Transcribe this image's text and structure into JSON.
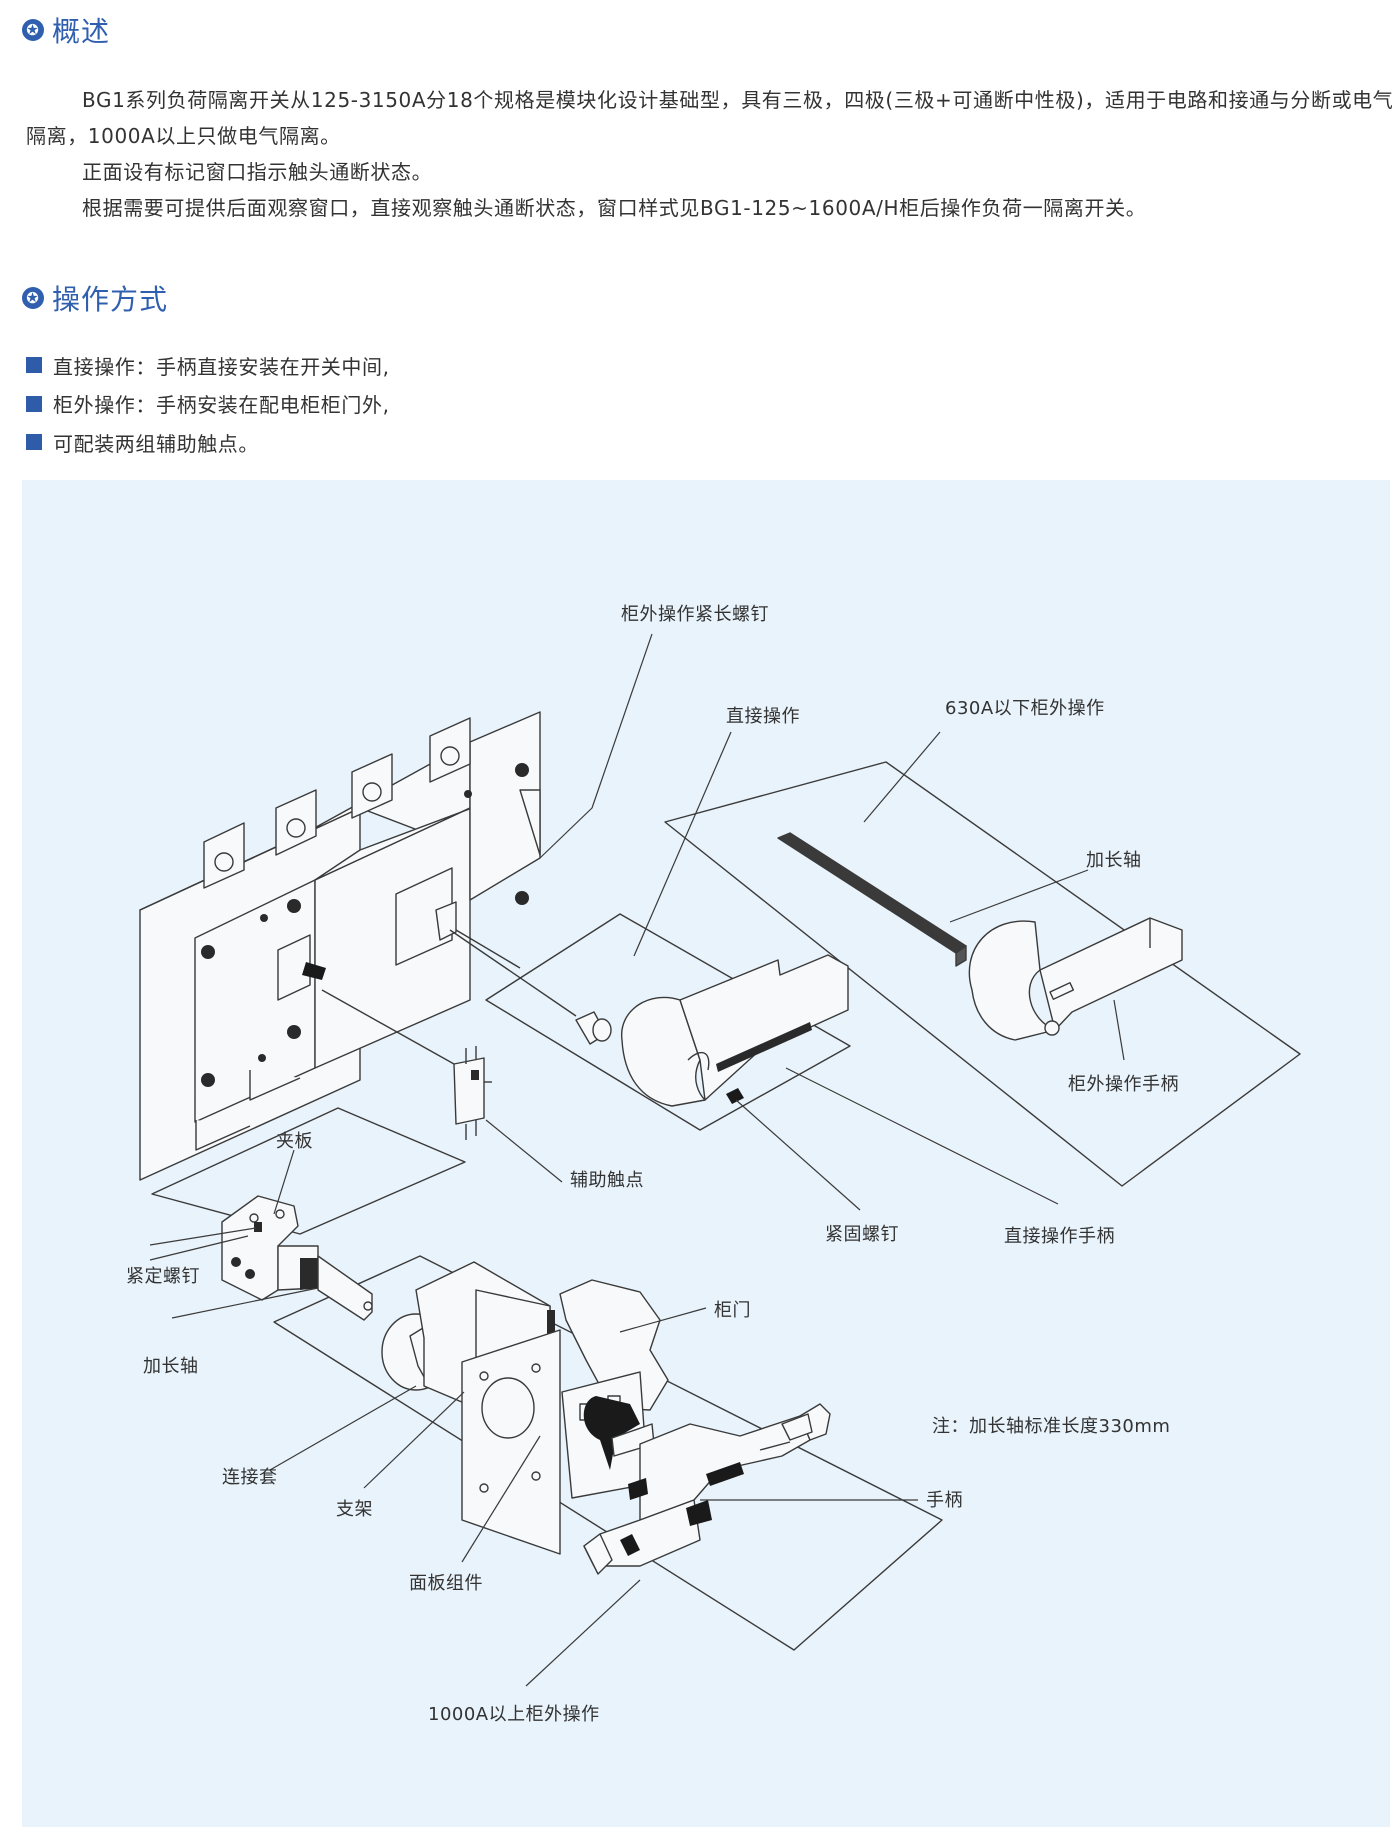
{
  "section1": {
    "title": "概述",
    "paragraphs": [
      "BG1系列负荷隔离开关从125-3150A分18个规格是模块化设计基础型，具有三极，四极(三极+可通断中性极)，适用于电路和接通与分断或电气隔离，1000A以上只做电气隔离。",
      "正面设有标记窗口指示触头通断状态。",
      "根据需要可提供后面观察窗口，直接观察触头通断状态，窗口样式见BG1-125~1600A/H柜后操作负荷一隔离开关。"
    ]
  },
  "section2": {
    "title": "操作方式",
    "bullets": [
      "直接操作：手柄直接安装在开关中间,",
      "柜外操作：手柄安装在配电柜柜门外,",
      "可配装两组辅助触点。"
    ]
  },
  "diagram": {
    "labels": {
      "long_screw": "柜外操作紧长螺钉",
      "direct_op": "直接操作",
      "below_630": "630A以下柜外操作",
      "ext_shaft_top": "加长轴",
      "ext_handle": "柜外操作手柄",
      "clamp_plate": "夹板",
      "aux_contact": "辅助触点",
      "set_screw": "紧定螺钉",
      "fix_screw": "紧固螺钉",
      "direct_handle": "直接操作手柄",
      "cabinet_door": "柜门",
      "ext_shaft_bottom": "加长轴",
      "note": "注：加长轴标准长度330mm",
      "coupling": "连接套",
      "bracket": "支架",
      "handle": "手柄",
      "panel_assembly": "面板组件",
      "above_1000": "1000A以上柜外操作"
    }
  }
}
